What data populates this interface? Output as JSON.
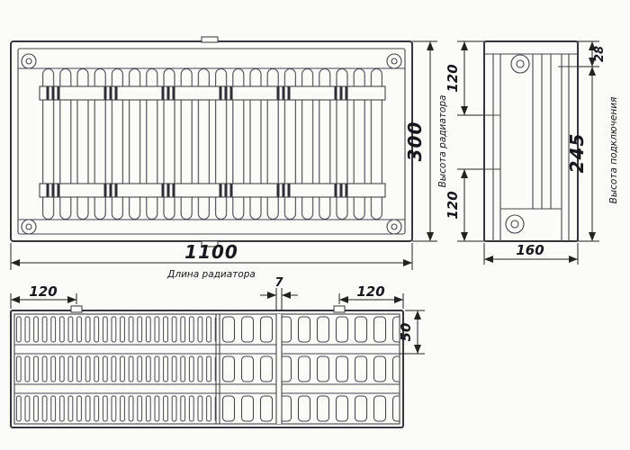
{
  "drawing": {
    "front": {
      "length": "1100",
      "length_caption": "Длина радиатора",
      "height": "300",
      "height_caption": "Высота радиатора"
    },
    "side": {
      "top_offset": "120",
      "collector_height": "28",
      "connection_height": "245",
      "connection_caption": "Высота подключения",
      "bottom_offset": "120",
      "depth": "160"
    },
    "top": {
      "left_bracket_offset": "120",
      "gap": "7",
      "right_bracket_offset": "120",
      "panel_depth": "50"
    }
  }
}
